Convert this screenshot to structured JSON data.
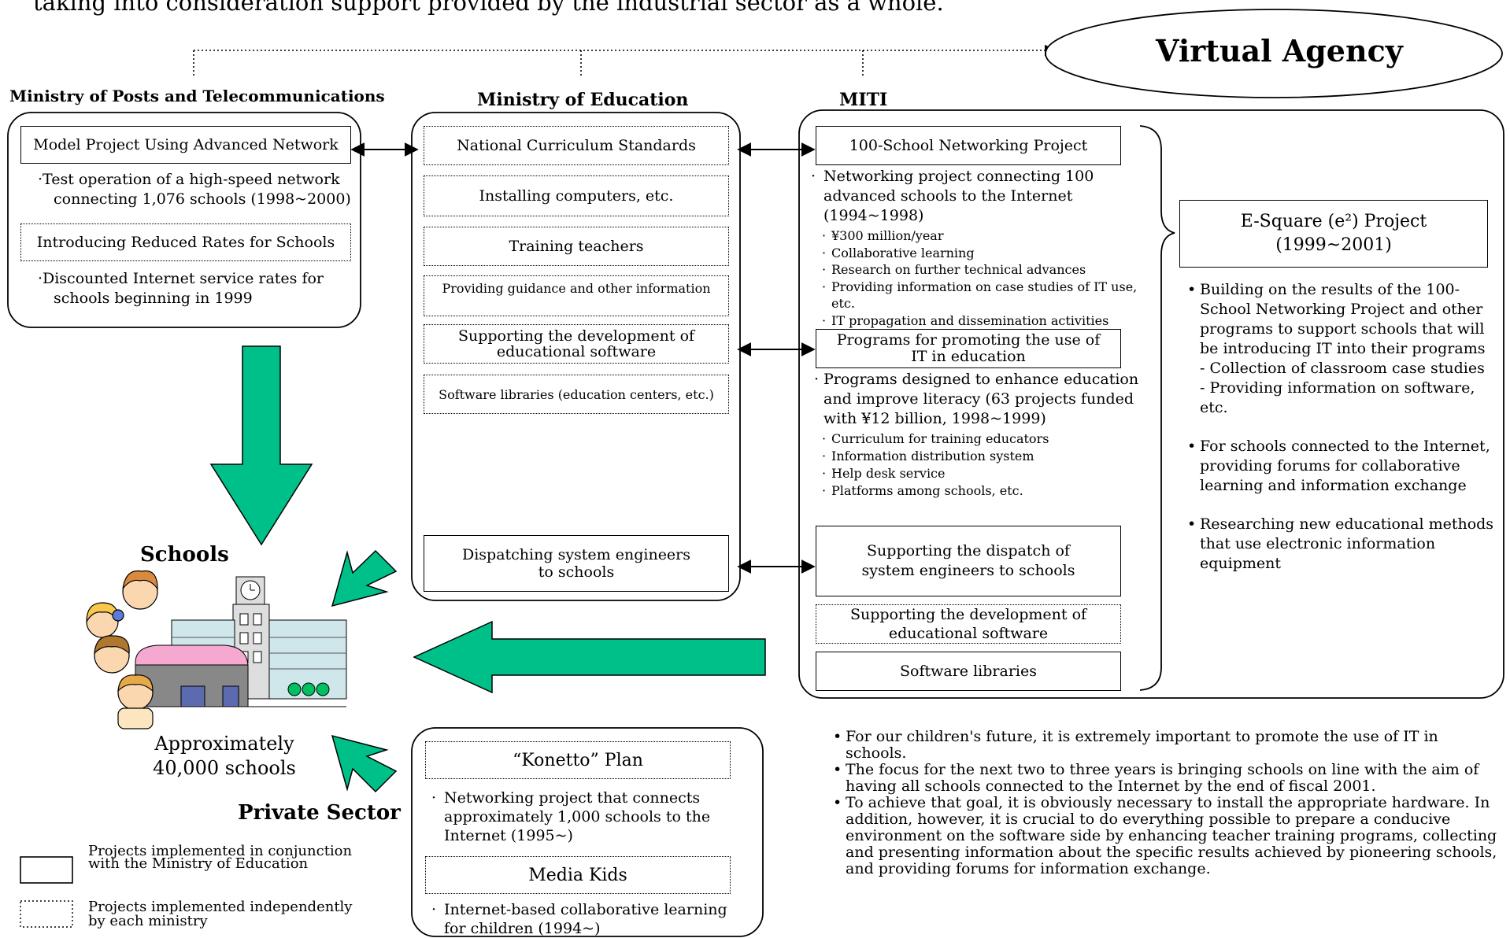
{
  "top_text": "taking into consideration support provided by the industrial sector as a whole.",
  "virtual_agency": "Virtual Agency",
  "mpt": {
    "title": "Ministry of Posts and Telecommunications",
    "box1": "Model Project Using Advanced Network",
    "note1": [
      "Test operation of a high-speed network",
      "connecting 1,076 schools (1998~2000)"
    ],
    "box2": "Introducing Reduced Rates for Schools",
    "note2": [
      "Discounted Internet service rates for",
      "schools beginning in 1999"
    ]
  },
  "moe": {
    "title": "Ministry of Education",
    "items": [
      "National Curriculum Standards",
      "Installing computers, etc.",
      "Training teachers",
      "Providing guidance and other information",
      "Supporting the development of educational software",
      "Software libraries (education centers, etc.)"
    ],
    "dispatch": "Dispatching system engineers to schools"
  },
  "miti": {
    "title": "MITI",
    "project1": "100-School Networking Project",
    "project1_desc": "Networking project connecting 100 advanced schools to the Internet (1994~1998)",
    "project1_points": [
      "¥300 million/year",
      "Collaborative learning",
      "Research on further technical advances",
      "Providing information on case studies of IT use, etc.",
      "IT propagation and dissemination activities"
    ],
    "project2": "Programs for promoting the use of IT in education",
    "project2_desc": "Programs designed to enhance education and improve literacy (63 projects funded with ¥12 billion, 1998~1999)",
    "project2_points": [
      "Curriculum for training educators",
      "Information distribution system",
      "Help desk service",
      "Platforms among schools, etc."
    ],
    "project3": "Supporting the dispatch of system engineers to schools",
    "project4": "Supporting the development of educational software",
    "project5": "Software libraries",
    "esquare_title": "E-Square (e²) Project",
    "esquare_years": "(1999~2001)",
    "esquare_points": [
      "Building on the results of the 100-School Networking Project and other programs to support schools that will be introducing IT into their programs\n- Collection of classroom case studies\n- Providing information on software, etc.",
      "For schools connected to the Internet, providing forums for collaborative learning and information exchange",
      "Researching new educational methods that use electronic information equipment"
    ]
  },
  "schools": {
    "label": "Schools",
    "count_line1": "Approximately",
    "count_line2": "40,000 schools"
  },
  "private": {
    "label": "Private Sector",
    "plan1": "“Konetto” Plan",
    "plan1_desc": "Networking project that connects approximately 1,000 schools to the Internet (1995~)",
    "plan2": "Media Kids",
    "plan2_desc": "Internet-based collaborative learning for children (1994~)"
  },
  "legend": {
    "solid": "Projects implemented in conjunction with the Ministry of Education",
    "dotted": "Projects implemented independently by each ministry"
  },
  "summary": [
    "For our children's future, it is extremely important to promote the use of IT in schools.",
    "The focus for the next two to three years is bringing schools on line with the aim of having all schools connected to the Internet by the end of fiscal 2001.",
    "To achieve that goal, it is obviously necessary to install the appropriate hardware. In addition, however, it is crucial to do everything possible to prepare a conducive environment on the software side by enhancing teacher training programs, collecting and presenting information about the specific results achieved by pioneering schools, and providing forums for information exchange."
  ],
  "colors": {
    "arrow_fill": "#00c08a",
    "line": "#000000"
  }
}
